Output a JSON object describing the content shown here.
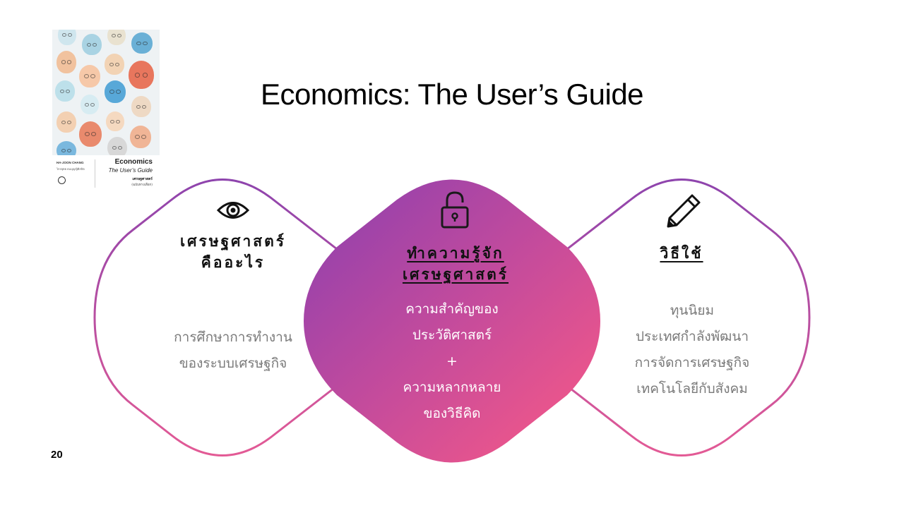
{
  "slide": {
    "title": "Economics: The User’s Guide",
    "slide_number": "20"
  },
  "book_cover": {
    "author": "HA-JOON CHANG",
    "translator": "ไกรยุทธ ธนบุญญิติสถิต",
    "title": "Economics",
    "subtitle": "The User’s Guide",
    "thai_title": "เศรษฐศาสตร์",
    "thai_subtitle": "(ฉบับทางเลือก)"
  },
  "panels": {
    "left": {
      "icon": "eye-icon",
      "heading_lines": [
        "เศรษฐศาสตร์",
        "คืออะไร"
      ],
      "body_lines": [
        "การศึกษาการทำงาน",
        "ของระบบเศรษฐกิจ"
      ]
    },
    "center": {
      "icon": "unlock-icon",
      "heading_lines": [
        "ทำความรู้จัก",
        "เศรษฐศาสตร์"
      ],
      "body_lines": [
        "ความสำคัญของ",
        "ประวัติศาสตร์",
        "+",
        "ความหลากหลาย",
        "ของวิธีคิด"
      ]
    },
    "right": {
      "icon": "pencil-icon",
      "heading_lines": [
        "วิธีใช้"
      ],
      "body_lines": [
        "ทุนนิยม",
        "ประเทศกำลังพัฒนา",
        "การจัดการเศรษฐกิจ",
        "เทคโนโลยีกับสังคม"
      ]
    }
  },
  "colors": {
    "gradient_start": "#8e44ad",
    "gradient_mid": "#c44b9c",
    "gradient_end": "#f4588a",
    "body_text": "#7a7a7a",
    "heading_text": "#111111"
  }
}
